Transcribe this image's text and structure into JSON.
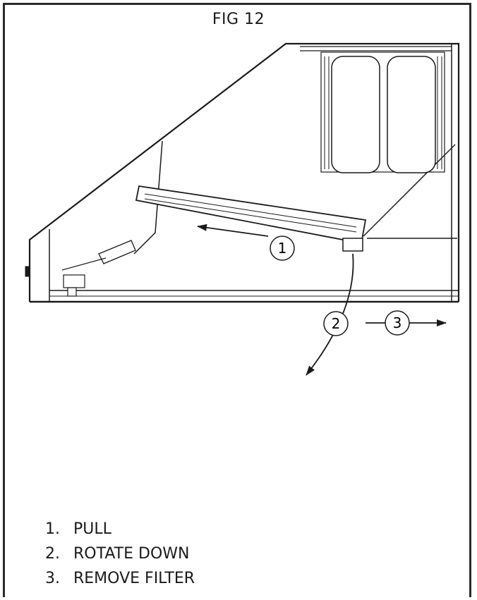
{
  "figure": {
    "title": "FIG 12"
  },
  "callouts": {
    "one": "1",
    "two": "2",
    "three": "3"
  },
  "steps": [
    {
      "number": "1.",
      "text": "PULL"
    },
    {
      "number": "2.",
      "text": "ROTATE DOWN"
    },
    {
      "number": "3.",
      "text": "REMOVE FILTER"
    }
  ]
}
